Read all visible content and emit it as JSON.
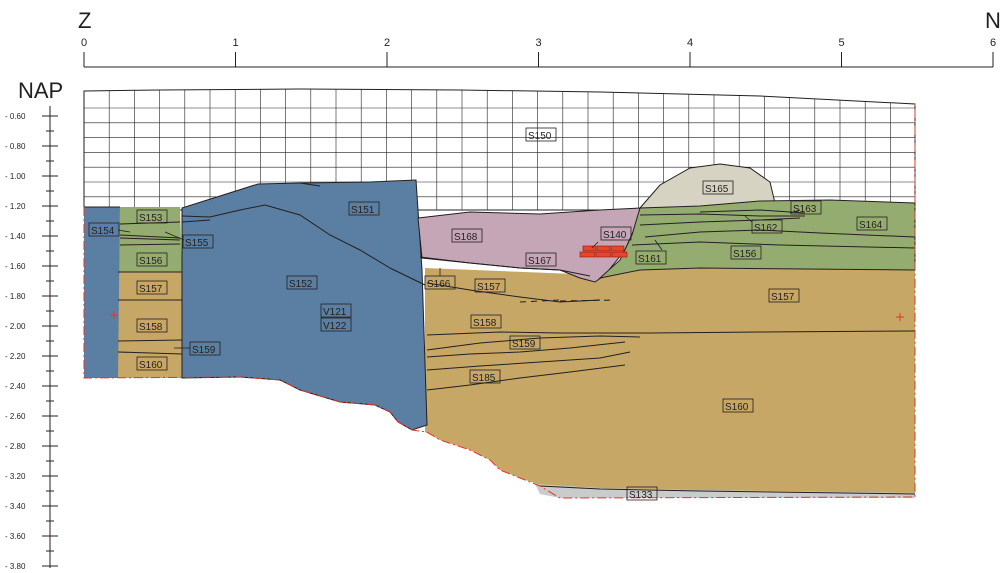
{
  "orientation": {
    "left": "Z",
    "right": "N"
  },
  "distance_scale": [
    "0",
    "1",
    "2",
    "3",
    "4",
    "5",
    "6"
  ],
  "datum_label": "NAP",
  "depth_scale": [
    "- 0.60",
    "- 0.80",
    "- 1.00",
    "- 1.20",
    "- 1.40",
    "- 1.60",
    "- 1.80",
    "- 2.00",
    "- 2.20",
    "- 2.40",
    "- 2.60",
    "- 2.80",
    "- 3.20",
    "- 3.40",
    "- 3.60",
    "- 3.80"
  ],
  "layers": {
    "S150": "S150",
    "S151": "S151",
    "S152": "S152",
    "S153": "S153",
    "S154": "S154",
    "S155": "S155",
    "S156a": "S156",
    "S156b": "S156",
    "S157a": "S157",
    "S157b": "S157",
    "S157c": "S157",
    "S158a": "S158",
    "S158b": "S158",
    "S159a": "S159",
    "S159b": "S159",
    "S160a": "S160",
    "S160b": "S160",
    "S161": "S161",
    "S162": "S162",
    "S163": "S163",
    "S164": "S164",
    "S165": "S165",
    "S166": "S166",
    "S167": "S167",
    "S168": "S168",
    "S140": "S140",
    "S185": "S185",
    "S133": "S133",
    "V121": "V121",
    "V122": "V122"
  },
  "colors": {
    "sky_grid": "#ffffff",
    "grid_line": "#231f20",
    "blue_fill": "#5b7fa2",
    "green_fill": "#95ac70",
    "sand_fill": "#c7a766",
    "pink_fill": "#c5a6b7",
    "grey_fill": "#d6d3c3",
    "gray_bottom": "#c9ccca",
    "brick": "#e8452c",
    "boundary": "#e0362a"
  }
}
